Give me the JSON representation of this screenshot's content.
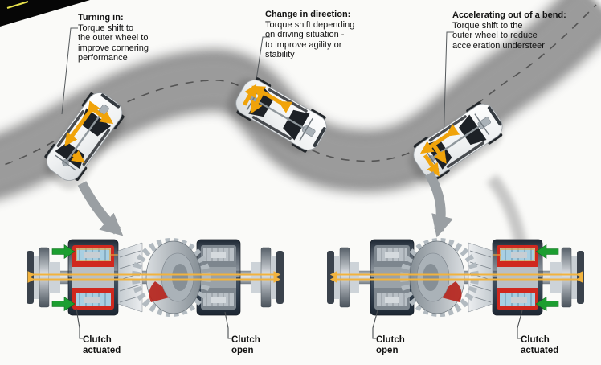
{
  "figure": {
    "type": "technical-diagram",
    "subject": "Sport differential torque vectoring on an S-curve with clutch cutaway views",
    "annotations": [
      {
        "id": "turning-in",
        "title": "Turning in:",
        "body": "Torque shift to\nthe outer wheel to\nimprove cornering\nperformance"
      },
      {
        "id": "change-in-direction",
        "title": "Change in direction:",
        "body": "Torque shift depending\non driving situation -\nto improve agility or\nstability"
      },
      {
        "id": "accelerating-out",
        "title": "Accelerating out of a bend:",
        "body": "Torque shift to the\nouter wheel to reduce\nacceleration understeer"
      }
    ],
    "diff_labels": {
      "left_unit": {
        "left_clutch": "Clutch\nactuated",
        "right_clutch": "Clutch\nopen"
      },
      "right_unit": {
        "left_clutch": "Clutch\nopen",
        "right_clutch": "Clutch\nactuated"
      }
    },
    "colors": {
      "torque_arrow_orange": "#F0A30A",
      "clutch_pressure_green": "#1C9E30",
      "axle_arrow_yellow": "#F2B33D",
      "clutch_actuated_red": "#D0281E",
      "clutch_plates_blue": "#A8CFE2",
      "road_gray": "#9B9B9B",
      "corner_black": "#060606"
    }
  }
}
